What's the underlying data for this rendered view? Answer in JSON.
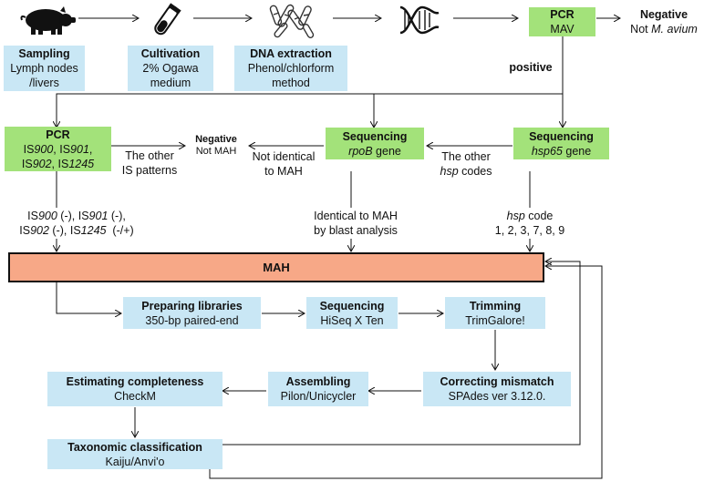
{
  "top_row": {
    "sampling": {
      "title": "Sampling",
      "line1": "Lymph nodes",
      "line2": "/livers"
    },
    "cultivation": {
      "title": "Cultivation",
      "line1": "2% Ogawa",
      "line2": "medium"
    },
    "dna_extraction": {
      "title": "DNA extraction",
      "line1": "Phenol/chlorform",
      "line2": "method"
    },
    "pcr_mav": {
      "title": "PCR",
      "line1": "MAV"
    },
    "negative_mav": {
      "title": "Negative",
      "line1_plain": "Not ",
      "line1_italic": "M. avium"
    },
    "positive_label": "positive"
  },
  "pcr_is": {
    "title": "PCR",
    "l1a": "IS",
    "l1b": "900",
    "l1c": ", IS",
    "l1d": "901",
    "l1e": ",",
    "l2a": "IS",
    "l2b": "902",
    "l2c": ", IS",
    "l2d": "1245"
  },
  "other_is": {
    "line1": "The other",
    "line2": "IS patterns"
  },
  "negative_mah": {
    "title": "Negative",
    "line1": "Not MAH"
  },
  "not_identical": {
    "line1": "Not identical",
    "line2": "to MAH"
  },
  "seq_rpob": {
    "title": "Sequencing",
    "line1_italic": "rpoB",
    "line1_plain": " gene"
  },
  "other_hsp": {
    "line1": "The other",
    "line2_italic": "hsp",
    "line2_plain": " codes"
  },
  "seq_hsp65": {
    "title": "Sequencing",
    "line1_italic": "hsp65",
    "line1_plain": " gene"
  },
  "is_result": {
    "l1a": "IS",
    "l1b": "900",
    "l1c": " (-), IS",
    "l1d": "901",
    "l1e": " (-),",
    "l2a": "IS",
    "l2b": "902",
    "l2c": " (-), IS",
    "l2d": "1245",
    "l2e": "  (-/+)"
  },
  "identical": {
    "line1": "Identical to MAH",
    "line2": "by blast analysis"
  },
  "hsp_code": {
    "line1_italic": "hsp",
    "line1_plain": " code",
    "line2": "1, 2, 3, 7, 8, 9"
  },
  "mah": {
    "label": "MAH"
  },
  "pipeline": {
    "libraries": {
      "title": "Preparing libraries",
      "sub": "350-bp paired-end"
    },
    "sequencing": {
      "title": "Sequencing",
      "sub": "HiSeq X Ten"
    },
    "trimming": {
      "title": "Trimming",
      "sub": "TrimGalore!"
    },
    "correcting": {
      "title": "Correcting mismatch",
      "sub": "SPAdes ver 3.12.0."
    },
    "assembling": {
      "title": "Assembling",
      "sub": "Pilon/Unicycler"
    },
    "completeness": {
      "title": "Estimating completeness",
      "sub": "CheckM"
    },
    "taxonomic": {
      "title": "Taxonomic classification",
      "sub": "Kaiju/Anvi'o"
    }
  },
  "icons": [
    "pig-icon",
    "test-tube-icon",
    "chromosome-icon",
    "dna-helix-icon"
  ],
  "colors": {
    "blue_box": "#c9e7f5",
    "green_box": "#a3e27a",
    "mah_box": "#f7a887"
  }
}
